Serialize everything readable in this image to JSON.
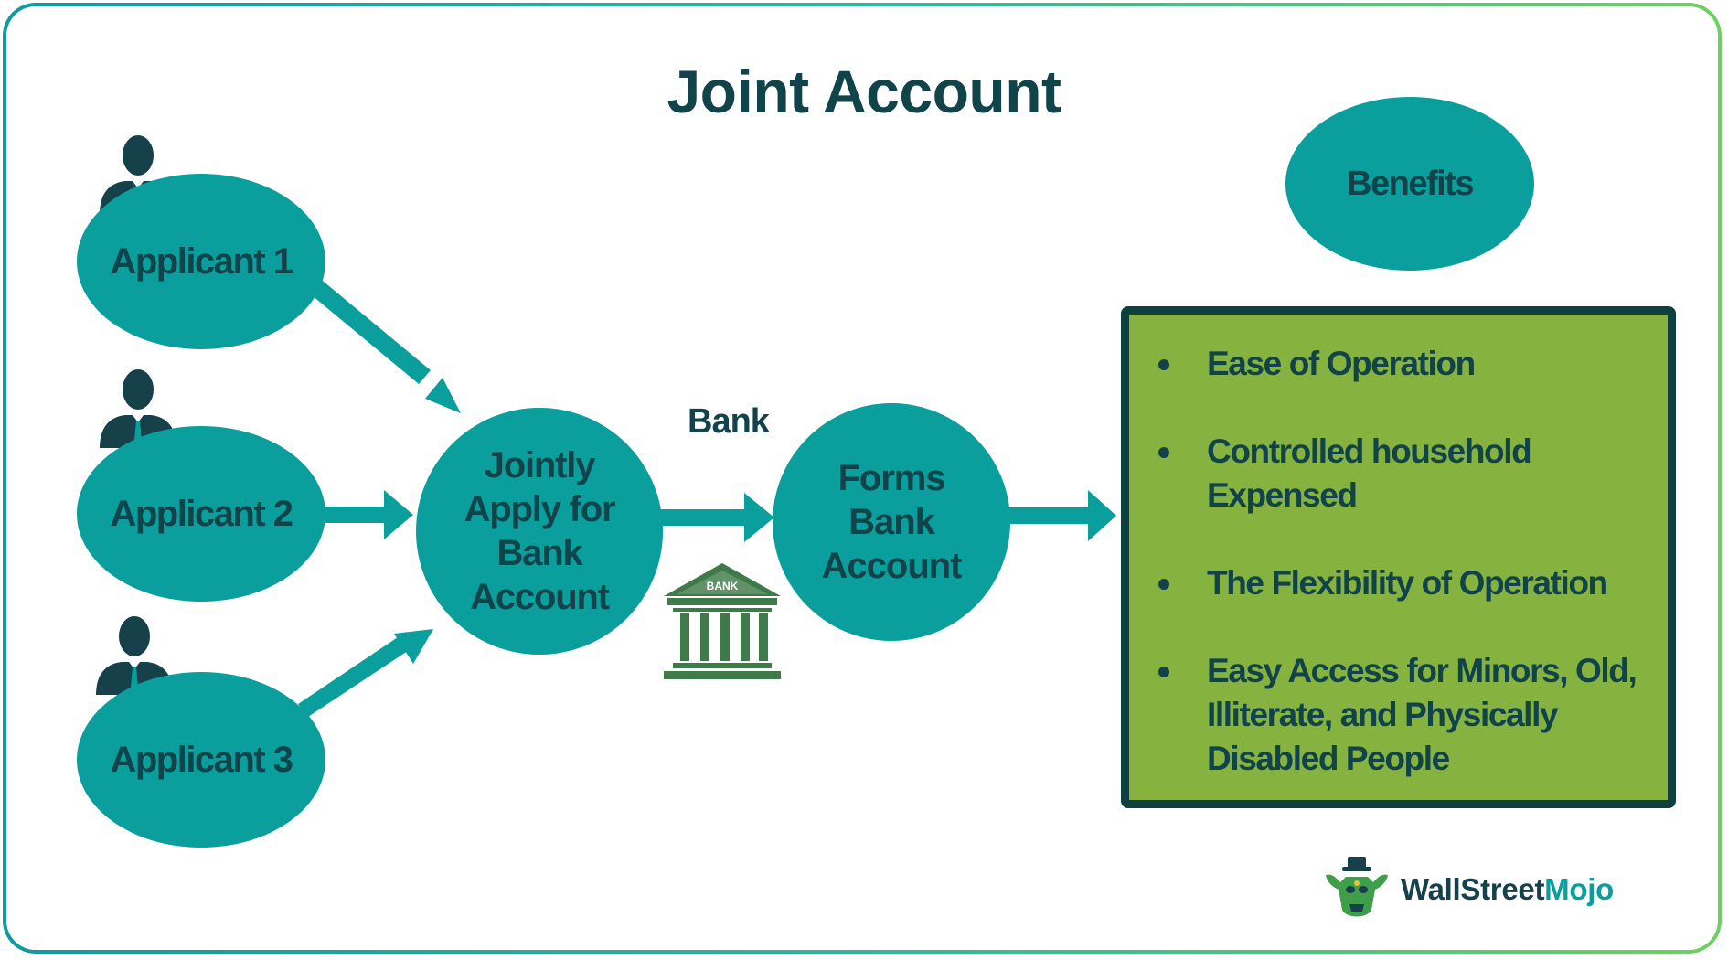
{
  "title": "Joint Account",
  "applicants": [
    {
      "label": "Applicant 1"
    },
    {
      "label": "Applicant 2"
    },
    {
      "label": "Applicant 3"
    }
  ],
  "apply_node": "Jointly\nApply for\nBank\nAccount",
  "bank_label": "Bank",
  "bank_sign": "BANK",
  "forms_node": "Forms\nBank\nAccount",
  "benefits_label": "Benefits",
  "benefits": [
    "Ease of Operation",
    "Controlled household\nExpensed",
    "The Flexibility of Operation",
    "Easy Access for Minors, Old,\nIlliterate, and Physically\nDisabled People"
  ],
  "brand": {
    "name_part1": "WallStreet",
    "name_part2": "Mojo"
  },
  "colors": {
    "teal": "#0a9e9c",
    "dark_text": "#11434a",
    "benefit_green": "#86b240",
    "box_border": "#0f3f3e",
    "bank_green": "#3f7a4a"
  },
  "icons": [
    "person-icon",
    "bank-building-icon",
    "wallstreetmojo-logo-icon"
  ]
}
